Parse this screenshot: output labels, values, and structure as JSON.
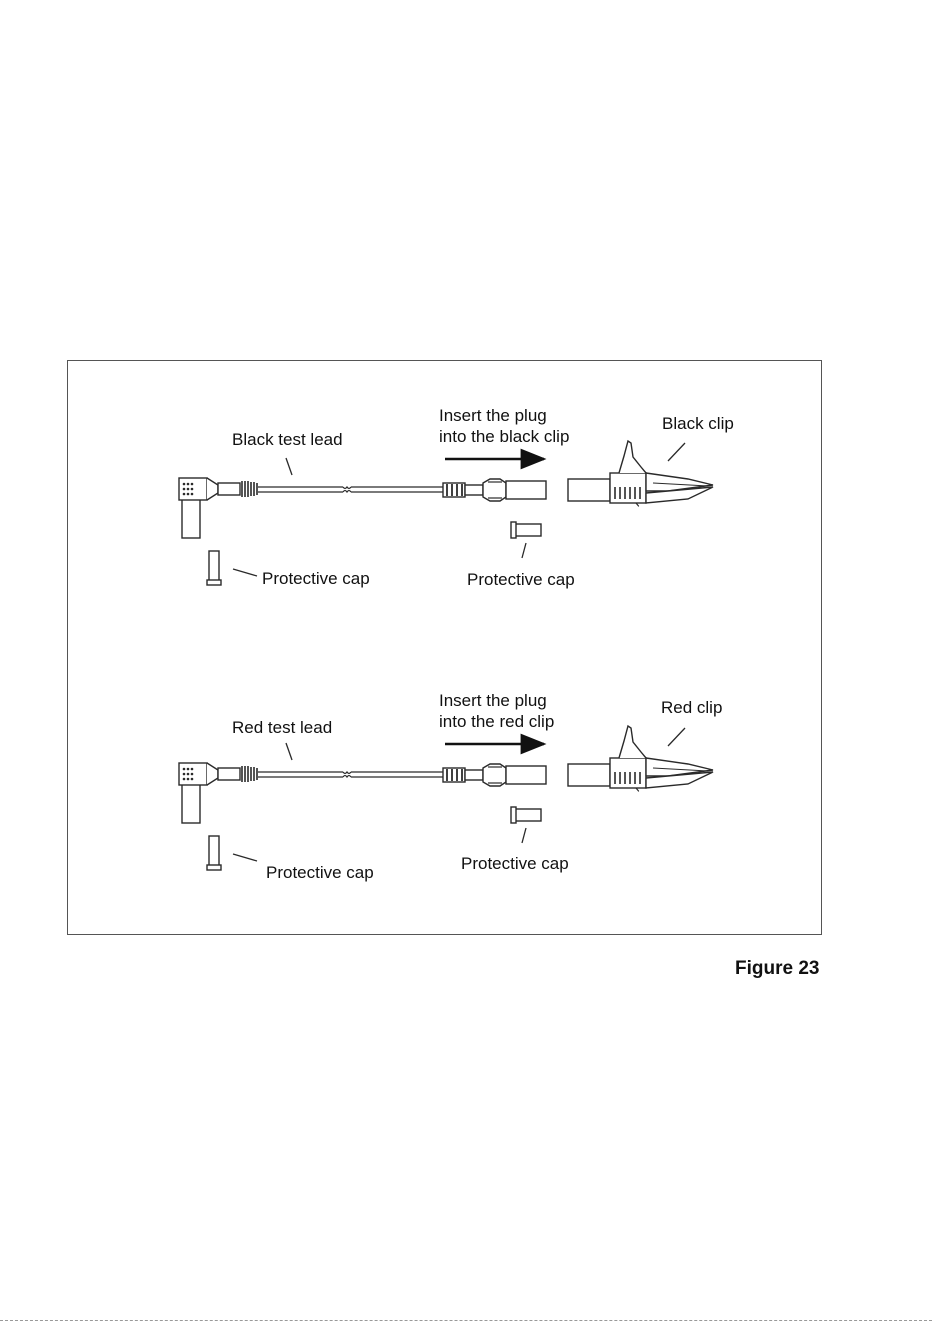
{
  "figure": {
    "caption": "Figure 23",
    "colors": {
      "line": "#2a2a2a",
      "fill": "#ffffff",
      "arrow": "#111111"
    },
    "black_assembly": {
      "test_lead_label": "Black test lead",
      "instruction": "Insert the plug\ninto the black clip",
      "clip_label": "Black clip",
      "cap_label_left": "Protective cap",
      "cap_label_right": "Protective cap"
    },
    "red_assembly": {
      "test_lead_label": "Red test lead",
      "instruction": "Insert the plug\ninto the red clip",
      "clip_label": "Red clip",
      "cap_label_left": "Protective cap",
      "cap_label_right": "Protective cap"
    }
  }
}
